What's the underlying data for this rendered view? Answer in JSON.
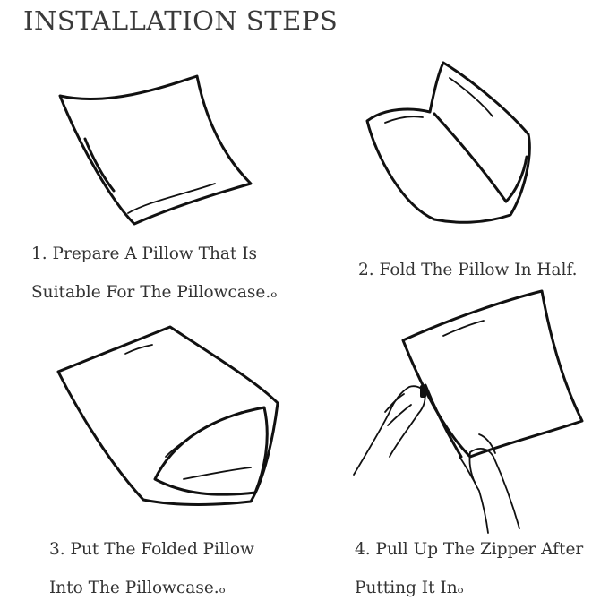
{
  "title": "INSTALLATION STEPS",
  "colors": {
    "text": "#333333",
    "ink": "#111111",
    "shade": "#b3b3b3",
    "paper": "#ffffff"
  },
  "steps": [
    {
      "number": "1.",
      "lines": [
        "1. Prepare A Pillow That Is",
        "Suitable For The Pillowcase.ₒ"
      ],
      "icon": "flat-pillow-icon"
    },
    {
      "number": "2.",
      "lines": [
        "2. Fold The Pillow In Half."
      ],
      "icon": "folded-pillow-icon"
    },
    {
      "number": "3.",
      "lines": [
        "3. Put The Folded Pillow",
        "Into The Pillowcase.ₒ"
      ],
      "icon": "pillow-in-case-icon"
    },
    {
      "number": "4.",
      "lines": [
        "4. Pull Up The Zipper After",
        "Putting It Inₒ"
      ],
      "icon": "zipper-hands-icon"
    }
  ]
}
